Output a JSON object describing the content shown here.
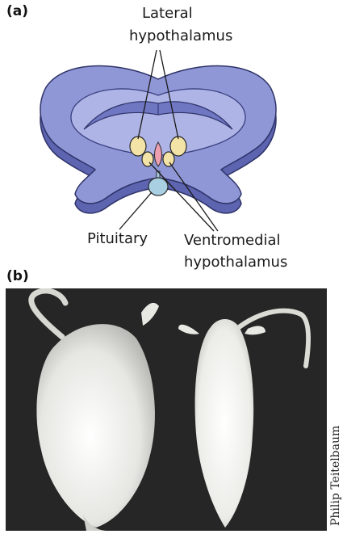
{
  "panel_a": {
    "letter": "(a)",
    "label_lateral_line1": "Lateral",
    "label_lateral_line2": "hypothalamus",
    "label_pituitary": "Pituitary",
    "label_ventromedial_line1": "Ventromedial",
    "label_ventromedial_line2": "hypothalamus"
  },
  "panel_b": {
    "letter": "(b)",
    "credit": "Philip Teitelbaum"
  },
  "colors": {
    "brain_fill": "#8f97d6",
    "brain_dark": "#5d64b0",
    "nucleus_yellow": "#f3e3a6",
    "nucleus_pink": "#ee9fb0",
    "pituitary": "#a9cfe3",
    "photo_bg": "#262626",
    "rat_fur": "#eeeeea"
  }
}
